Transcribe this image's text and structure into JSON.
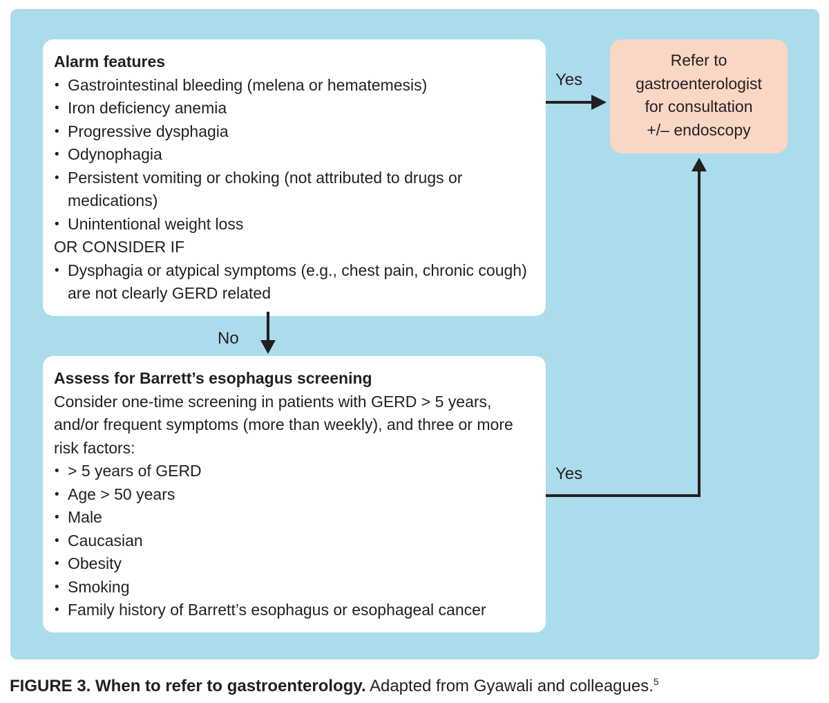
{
  "colors": {
    "page_bg": "#ffffff",
    "panel_bg": "#aadcec",
    "card_bg": "#ffffff",
    "refer_box_bg": "#fad6c4",
    "text_ink": "#231f20",
    "arrow": "#231f20"
  },
  "icons": {
    "bullet": "•"
  },
  "connectors": {
    "yes_top_label": "Yes",
    "no_label": "No",
    "yes_bottom_label": "Yes"
  },
  "alarm_box": {
    "title": "Alarm features",
    "items": [
      "Gastrointestinal bleeding (melena or hematemesis)",
      "Iron deficiency anemia",
      "Progressive dysphagia",
      "Odynophagia",
      "Persistent vomiting or choking (not attributed to drugs or medications)",
      "Unintentional weight loss"
    ],
    "or_consider": "OR CONSIDER IF",
    "consider_items": [
      "Dysphagia or atypical symptoms (e.g., chest pain, chronic cough) are not clearly GERD related"
    ]
  },
  "refer_box": {
    "lines": [
      "Refer to",
      "gastroenterologist",
      "for consultation",
      "+/– endoscopy"
    ]
  },
  "assess_box": {
    "title": "Assess for Barrett’s esophagus screening",
    "intro": "Consider one-time screening in patients with GERD > 5 years, and/or frequent symptoms (more than weekly), and three or more risk factors:",
    "items": [
      "> 5 years of GERD",
      "Age > 50 years",
      "Male",
      "Caucasian",
      "Obesity",
      "Smoking",
      "Family history of Barrett’s esophagus or esophageal cancer"
    ]
  },
  "caption": {
    "label": "FIGURE 3.",
    "bold": "When to refer to gastroenterology.",
    "text": "Adapted from Gyawali and colleagues.",
    "ref": "5"
  }
}
